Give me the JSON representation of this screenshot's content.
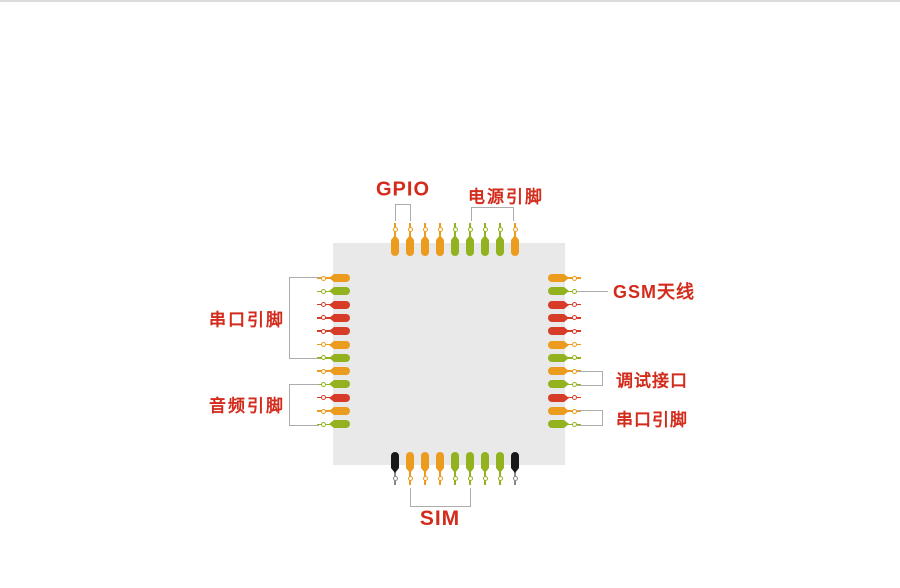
{
  "diagram": {
    "background": "#ffffff",
    "top_border_color": "#dcdcdc",
    "chip_color": "#e9e9e9",
    "line_color": "#acacac",
    "label_color": "#d32b1c"
  },
  "pin_colors": {
    "orange": "#eb9b1e",
    "green": "#92b31f",
    "red": "#d63c28",
    "black": "#191919"
  },
  "labels": {
    "gpio": "GPIO",
    "power_pins": "电源引脚",
    "serial_pins_left": "串口引脚",
    "audio_pins": "音频引脚",
    "gsm_antenna": "GSM天线",
    "debug_interface": "调试接口",
    "serial_pins_right": "串口引脚",
    "sim": "SIM"
  },
  "pins": {
    "top": [
      "orange",
      "orange",
      "orange",
      "orange",
      "green",
      "green",
      "green",
      "green",
      "orange"
    ],
    "bottom": [
      "black",
      "orange",
      "orange",
      "orange",
      "green",
      "green",
      "green",
      "green",
      "black"
    ],
    "left": [
      "orange",
      "green",
      "red",
      "red",
      "red",
      "orange",
      "green",
      "orange",
      "green",
      "red",
      "orange",
      "green"
    ],
    "right": [
      "orange",
      "green",
      "red",
      "red",
      "red",
      "orange",
      "green",
      "orange",
      "green",
      "red",
      "orange",
      "green"
    ]
  }
}
